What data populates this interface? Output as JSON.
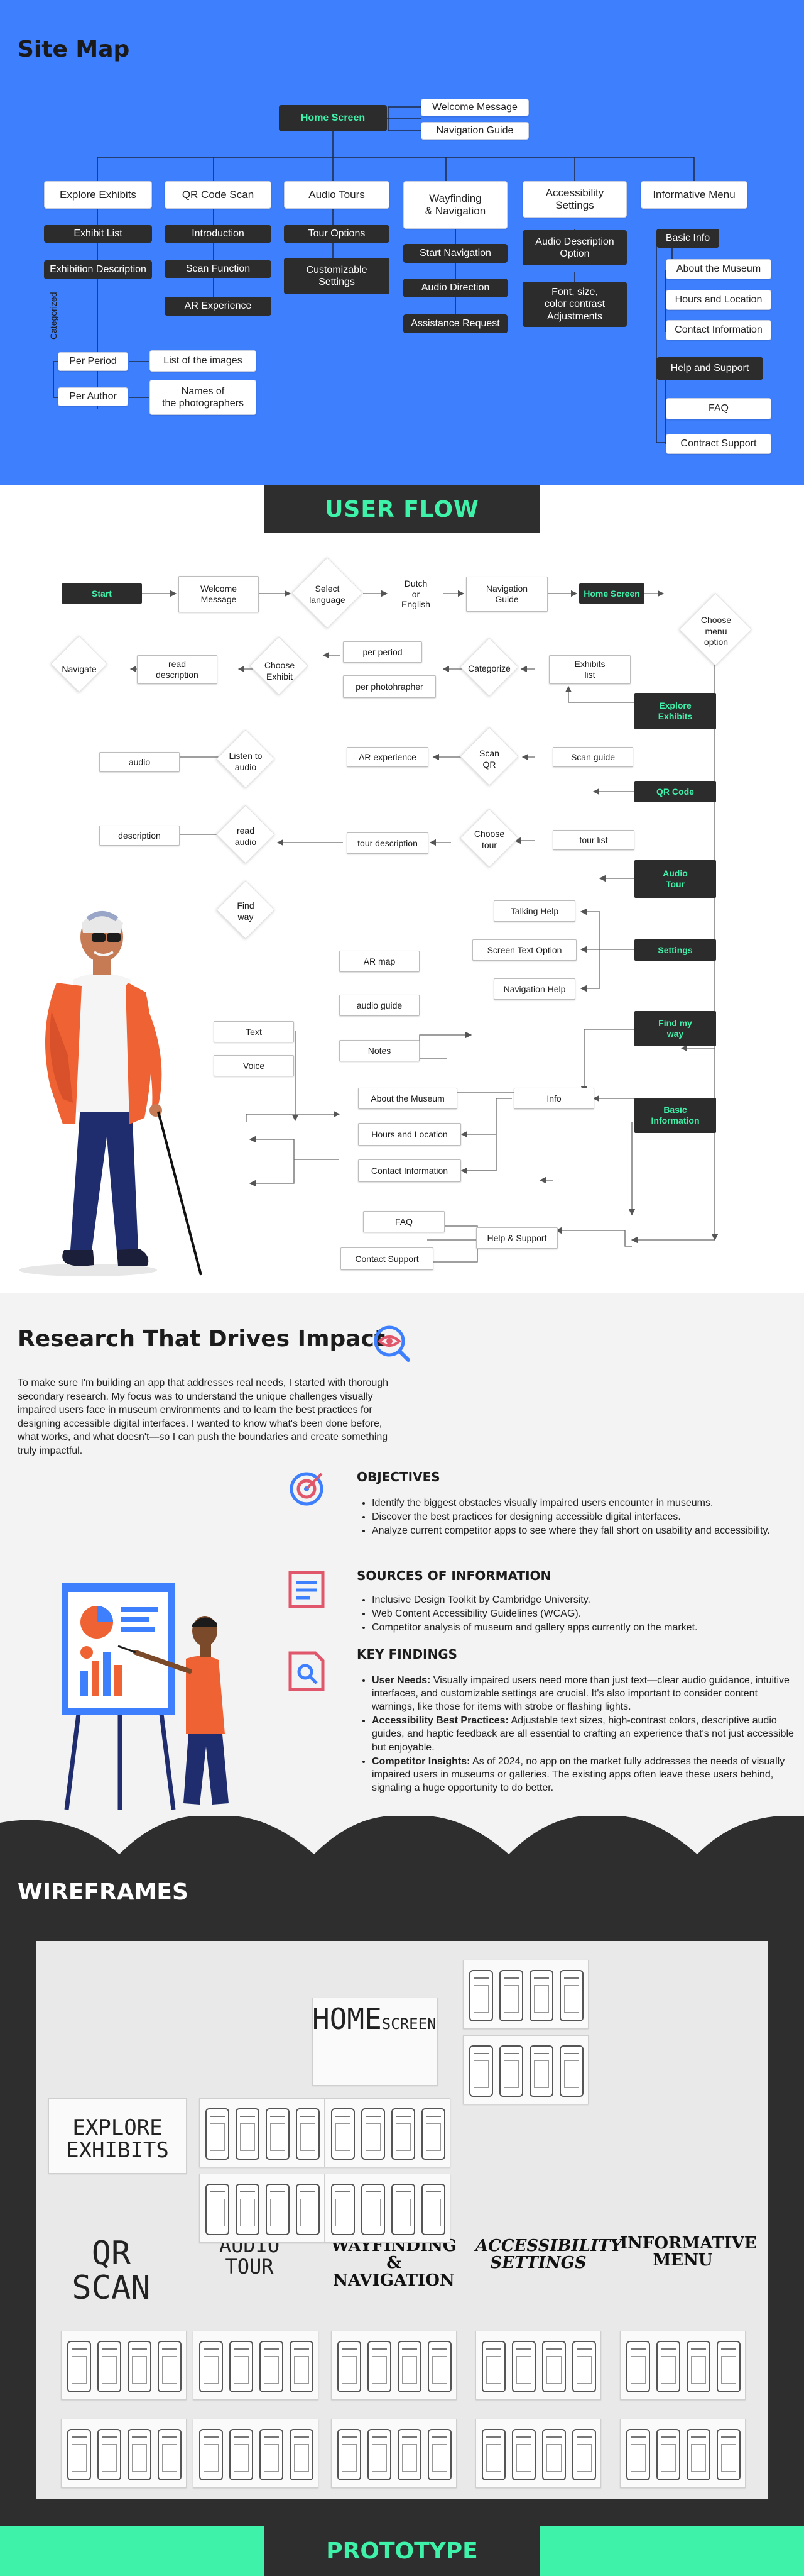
{
  "colors": {
    "sitemap_bg": "#3e7ffe",
    "dark": "#2c2c2c",
    "accent": "#3ff2aa",
    "research_bg": "#f3f3f3",
    "icon_red": "#e0566a",
    "icon_blue": "#3e7ffe"
  },
  "sitemap": {
    "title": "Site Map",
    "home": "Home Screen",
    "welcome": "Welcome Message",
    "nav_guide": "Navigation Guide",
    "explore": "Explore Exhibits",
    "exhibit_list": "Exhibit List",
    "exhibition_desc": "Exhibition Description",
    "categorized": "Categorized",
    "per_period": "Per Period",
    "per_author": "Per Author",
    "list_images": "List of the images",
    "names_photographers": "Names of\nthe photographers",
    "qr": "QR Code Scan",
    "introduction": "Introduction",
    "scan_function": "Scan Function",
    "ar_experience": "AR Experience",
    "audio_tours": "Audio Tours",
    "tour_options": "Tour Options",
    "customizable": "Customizable\nSettings",
    "wayfinding": "Wayfinding\n& Navigation",
    "start_nav": "Start Navigation",
    "audio_direction": "Audio Direction",
    "assistance": "Assistance Request",
    "accessibility": "Accessibility\nSettings",
    "audio_desc_option": "Audio Description\nOption",
    "font_adjust": "Font, size,\ncolor contrast\nAdjustments",
    "info_menu": "Informative Menu",
    "basic_info": "Basic Info",
    "about_museum": "About the Museum",
    "hours": "Hours and Location",
    "contact_info": "Contact Information",
    "help_support": "Help and Support",
    "faq": "FAQ",
    "contract_support": "Contract Support"
  },
  "userflow": {
    "header": "USER FLOW",
    "start": "Start",
    "welcome": "Welcome\nMessage",
    "select_language": "Select\nlanguage",
    "dutch_english": "Dutch\nor\nEnglish",
    "nav_guide": "Navigation\nGuide",
    "home": "Home Screen",
    "choose_menu": "Choose\nmenu\noption",
    "navigate": "Navigate",
    "read_description": "read\ndescription",
    "choose_exhibit": "Choose\nExhibit",
    "per_period": "per period",
    "per_photographer": "per photohrapher",
    "categorize": "Categorize",
    "exhibits_list": "Exhibits\nlist",
    "explore": "Explore\nExhibits",
    "audio": "audio",
    "listen_audio": "Listen to\naudio",
    "ar_experience": "AR experience",
    "scan_qr": "Scan\nQR",
    "scan_guide": "Scan guide",
    "qr_code": "QR Code",
    "description": "description",
    "read_audio": "read\naudio",
    "tour_description": "tour description",
    "choose_tour": "Choose\ntour",
    "tour_list": "tour list",
    "audio_tour": "Audio\nTour",
    "find_way": "Find\nway",
    "talking_help": "Talking Help",
    "screen_text": "Screen Text Option",
    "navigation_help": "Navigation Help",
    "settings": "Settings",
    "ar_map": "AR map",
    "audio_guide": "audio guide",
    "text": "Text",
    "voice": "Voice",
    "notes": "Notes",
    "find_my_way": "Find my\nway",
    "about_museum": "About the Museum",
    "info": "Info",
    "hours": "Hours and Location",
    "basic_info": "Basic\nInformation",
    "contact_info": "Contact Information",
    "faq": "FAQ",
    "help_support": "Help & Support",
    "contact_support": "Contact Support"
  },
  "research": {
    "title": "Research That Drives Impact",
    "intro": "To make sure I'm building an app that addresses real needs, I started with thorough secondary research. My focus was to understand the unique challenges visually impaired users face in museum environments and to learn the best practices for designing accessible digital interfaces. I wanted to know what's been done before, what works, and what doesn't—so I can push the boundaries and create something truly impactful.",
    "objectives_title": "OBJECTIVES",
    "objectives": [
      "Identify the biggest obstacles visually impaired users encounter in museums.",
      "Discover the best practices for designing accessible digital interfaces.",
      "Analyze current competitor apps to see where they fall short on usability and accessibility."
    ],
    "sources_title": "SOURCES OF INFORMATION",
    "sources": [
      "Inclusive Design Toolkit by Cambridge University.",
      "Web Content Accessibility Guidelines (WCAG).",
      "Competitor analysis of museum and gallery apps currently on the market."
    ],
    "findings_title": "KEY FINDINGS",
    "findings": [
      {
        "label": "User Needs:",
        "text": " Visually impaired users need more than just text—clear audio guidance, intuitive interfaces, and customizable settings are crucial. It's also important to consider content warnings, like those for items with strobe or flashing lights."
      },
      {
        "label": "Accessibility Best Practices:",
        "text": " Adjustable text sizes, high-contrast colors, descriptive audio guides, and haptic feedback are all essential to crafting an experience that's not just accessible but enjoyable."
      },
      {
        "label": "Competitor Insights:",
        "text": " As of 2024, no app on the market fully addresses the needs of visually impaired users in museums or galleries. The existing apps often leave these users behind, signaling a huge opportunity to do better."
      }
    ]
  },
  "wireframes": {
    "title": "WIREFRAMES",
    "home_a": "HOME",
    "home_b": "SCREEN",
    "explore": "EXPLORE\nEXHIBITS",
    "qr": "QR SCAN",
    "audio": "AUDIO\nTOUR",
    "wayfinding": "WAYFINDING\n& NAVIGATION",
    "accessibility": "ACCESSIBILITY\nSETTINGS",
    "informative": "INFORMATIVE\nMENU"
  },
  "prototype": {
    "header": "PROTOTYPE"
  }
}
